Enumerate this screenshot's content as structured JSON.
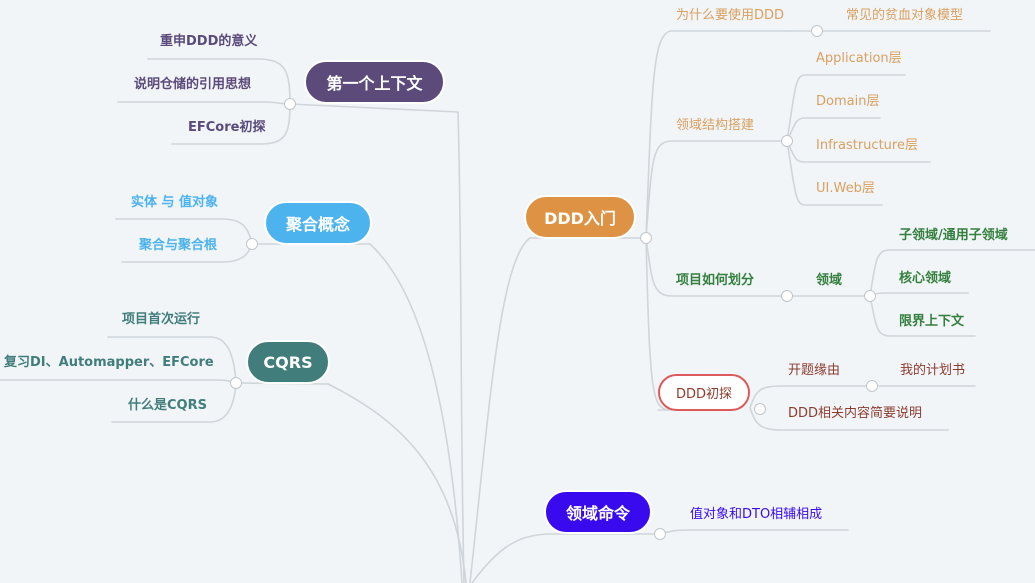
{
  "colors": {
    "line": "#cfd5d9",
    "purple": "#5b4a7a",
    "blue": "#4db3ee",
    "teal": "#417d7b",
    "orange": "#dd9343",
    "violet": "#3a0aef",
    "tan": "#d9a060",
    "red": "#dc5a5a",
    "green": "#35803f",
    "brown": "#8c3c2e"
  },
  "left": {
    "context": {
      "title": "第一个上下文",
      "items": [
        "重申DDD的意义",
        "说明仓储的引用思想",
        "EFCore初探"
      ]
    },
    "aggregate": {
      "title": "聚合概念",
      "items": [
        "实体 与 值对象",
        "聚合与聚合根"
      ]
    },
    "cqrs": {
      "title": "CQRS",
      "items": [
        "项目首次运行",
        "复习DI、Automapper、EFCore",
        "什么是CQRS"
      ]
    }
  },
  "right": {
    "ddd": {
      "title": "DDD入门",
      "why": {
        "label": "为什么要使用DDD",
        "child": "常见的贫血对象模型"
      },
      "structure": {
        "label": "领域结构搭建",
        "items": [
          "Application层",
          "Domain层",
          "Infrastructure层",
          "UI.Web层"
        ]
      },
      "division": {
        "label": "项目如何划分",
        "domain": "领域",
        "items": [
          "子领域/通用子领域",
          "核心领域",
          "限界上下文"
        ]
      },
      "intro": {
        "label": "DDD初探",
        "reason": "开题缘由",
        "plan": "我的计划书",
        "desc": "DDD相关内容简要说明"
      }
    },
    "command": {
      "title": "领域命令",
      "child": "值对象和DTO相辅相成"
    }
  }
}
